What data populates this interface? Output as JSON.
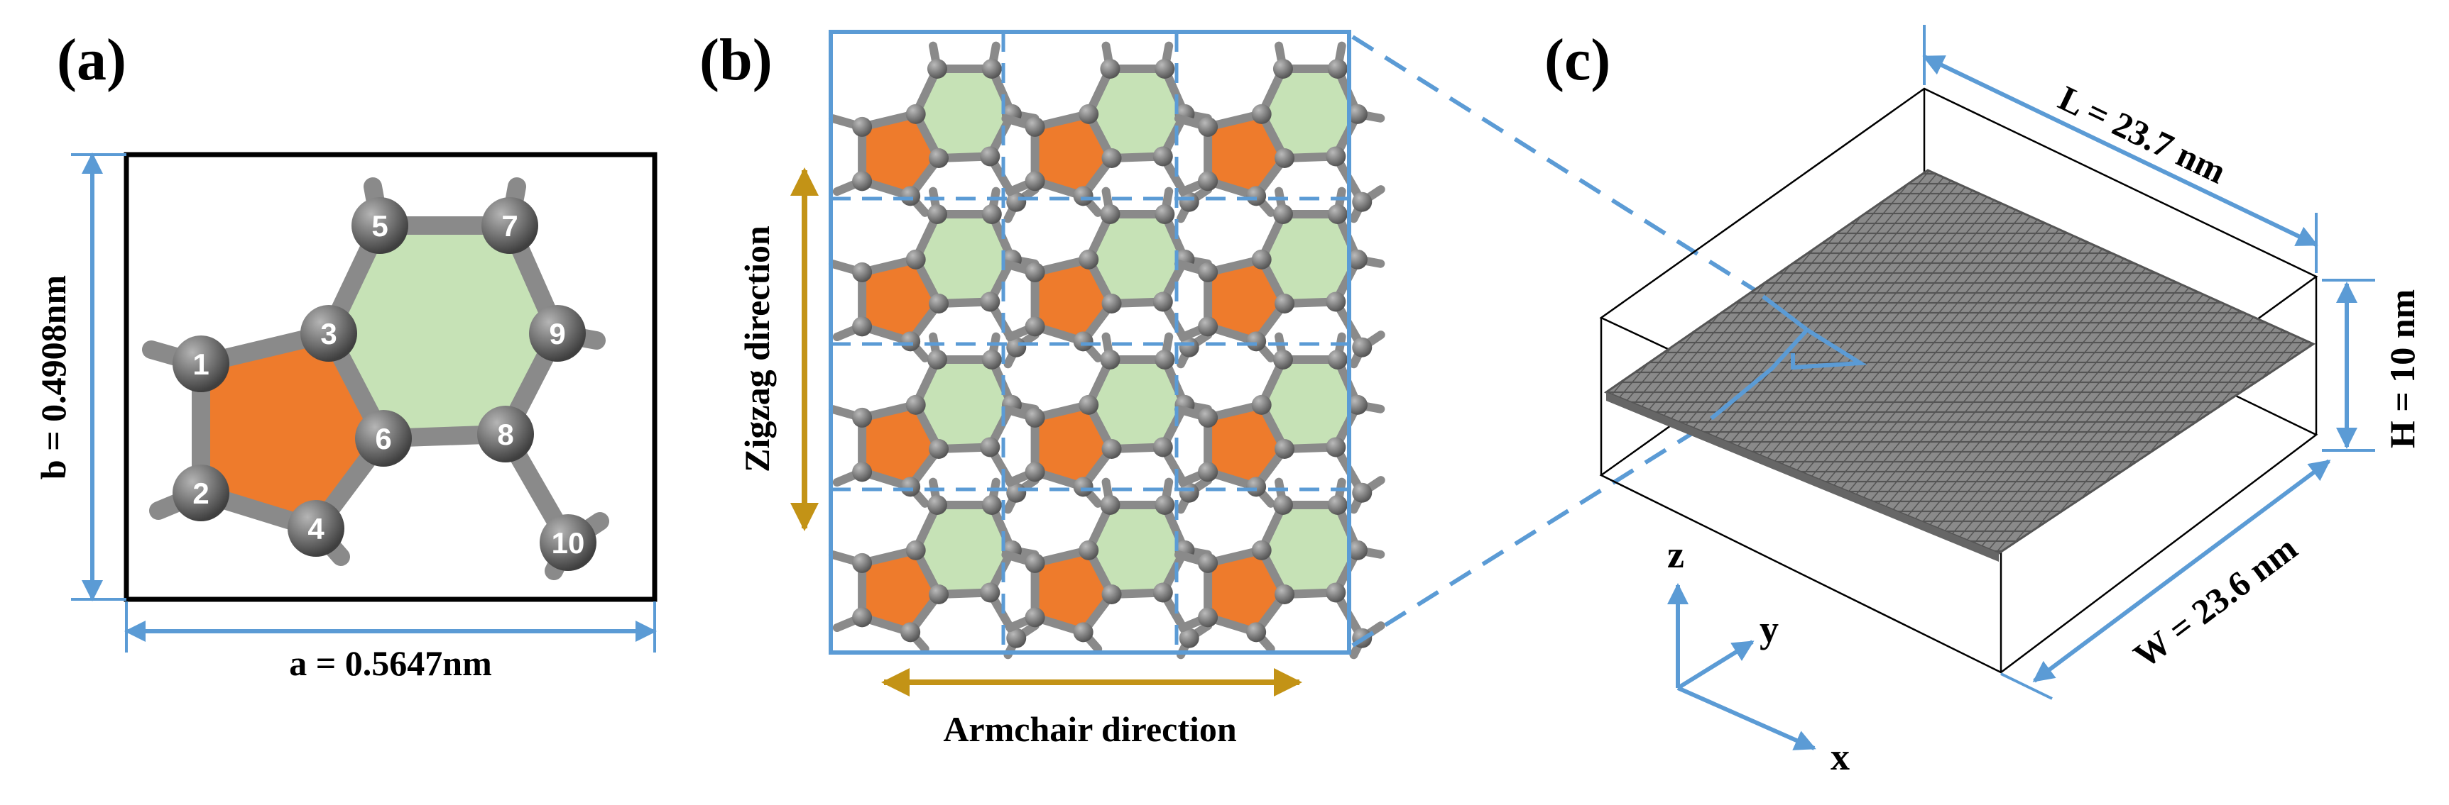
{
  "panels": {
    "a": {
      "label": "(a)",
      "b_dim": "b = 0.4908nm",
      "a_dim": "a = 0.5647nm",
      "atoms": [
        "1",
        "2",
        "3",
        "4",
        "5",
        "6",
        "7",
        "8",
        "9",
        "10"
      ]
    },
    "b": {
      "label": "(b)",
      "zigzag": "Zigzag direction",
      "armchair": "Armchair direction"
    },
    "c": {
      "label": "(c)",
      "L_dim": "L = 23.7 nm",
      "H_dim": "H = 10 nm",
      "W_dim": "W = 23.6 nm",
      "axes": {
        "z": "z",
        "y": "y",
        "x": "x"
      }
    }
  },
  "colors": {
    "pentagon": "#ee7b2c",
    "hexagon": "#c6e2b6",
    "bond": "#8a8a8a",
    "atom": "#6e6e6e",
    "dimension": "#5b9bd5",
    "direction_arrow": "#c39316",
    "sheet": "#777777"
  }
}
